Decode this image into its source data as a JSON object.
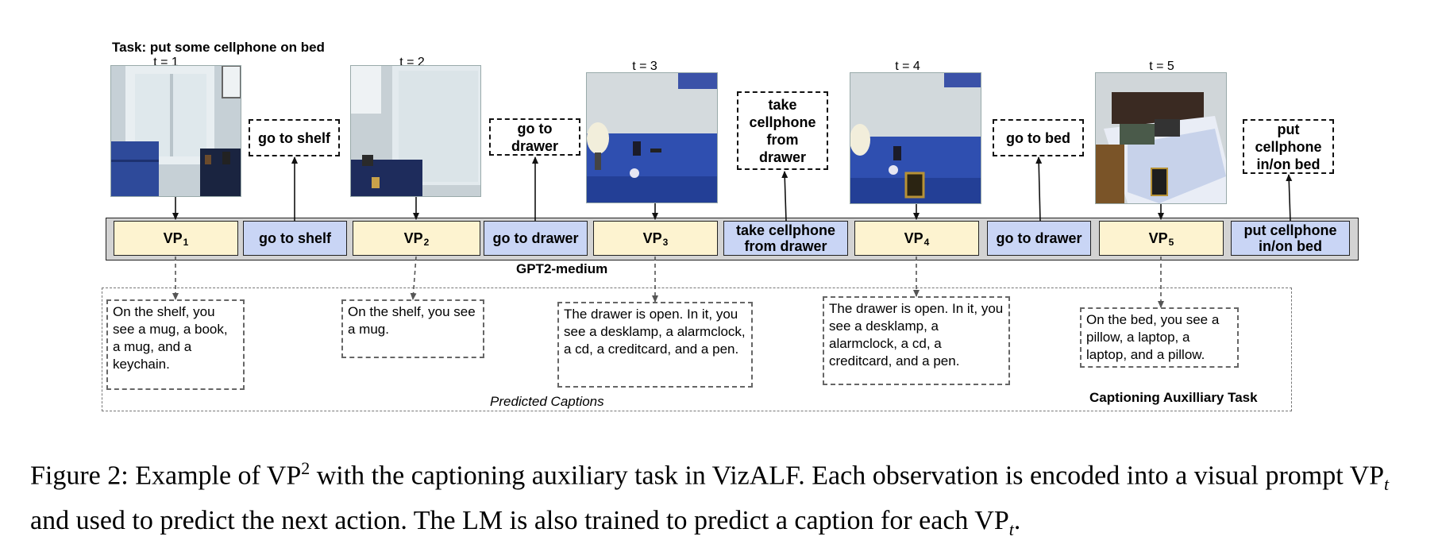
{
  "task_title": "Task: put some cellphone on bed",
  "timesteps": [
    {
      "t_label": "t = 1",
      "vp_main": "VP",
      "vp_sub": "1",
      "action": "go to shelf",
      "action_cell": "go to shelf",
      "caption": "On the shelf, you see a mug, a book, a mug, and a keychain."
    },
    {
      "t_label": "t = 2",
      "vp_main": "VP",
      "vp_sub": "2",
      "action": "go to drawer",
      "action_cell": "go to drawer",
      "caption": "On the shelf, you see a mug."
    },
    {
      "t_label": "t = 3",
      "vp_main": "VP",
      "vp_sub": "3",
      "action": "take cellphone from drawer",
      "action_cell": "take cellphone from drawer",
      "caption": "The drawer is open. In it, you see a desklamp, a alarmclock, a cd, a creditcard, and a pen."
    },
    {
      "t_label": "t = 4",
      "vp_main": "VP",
      "vp_sub": "4",
      "action": "go to bed",
      "action_cell": "go to drawer",
      "caption": "The drawer is open. In it, you see a desklamp, a alarmclock, a cd, a creditcard, and a pen."
    },
    {
      "t_label": "t = 5",
      "vp_main": "VP",
      "vp_sub": "5",
      "action": "put cellphone in/on bed",
      "action_cell": "put cellphone in/on bed",
      "caption": "On the bed, you see a pillow, a laptop, a laptop, and a pillow."
    }
  ],
  "model_label": "GPT2-medium",
  "predicted_captions_label": "Predicted Captions",
  "aux_task_label": "Captioning Auxilliary Task",
  "figure_caption": {
    "prefix": "Figure 2: Example of VP",
    "sup": "2",
    "middle": " with the captioning auxiliary task in VizALF. Each observation is encoded into a visual prompt VP",
    "sub_t": "t",
    "after": " and used to predict the next action. The LM is also trained to predict a caption for each VP",
    "end": "."
  }
}
